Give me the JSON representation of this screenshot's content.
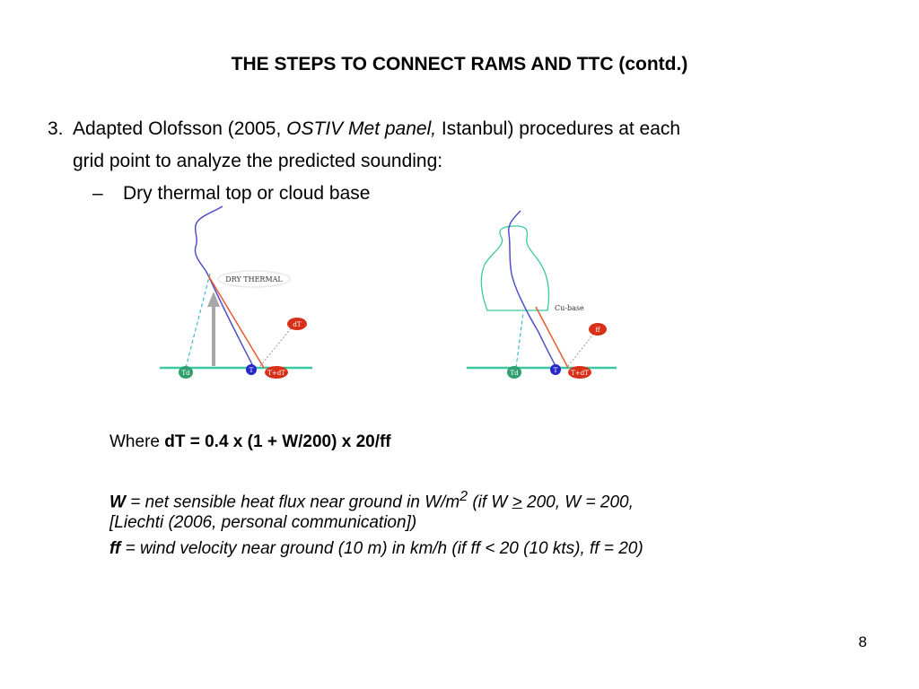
{
  "slide": {
    "title": "THE STEPS TO CONNECT RAMS AND TTC (contd.)",
    "page_number": "8"
  },
  "bullet": {
    "number": "3.",
    "text_before": "Adapted Olofsson (2005, ",
    "text_italic": "OSTIV Met panel,",
    "text_after": " Istanbul) procedures at each",
    "line2": "grid point to analyze the predicted sounding:"
  },
  "subbullet": {
    "dash": "–",
    "text": "Dry thermal top or cloud base"
  },
  "diagram_dry": {
    "label_thermal": "DRY THERMAL",
    "badge_dt": "dT",
    "badge_td": "Td",
    "badge_t": "T",
    "badge_tdt": "T+dT"
  },
  "diagram_cu": {
    "label_cubase": "Cu-base",
    "badge_ff": "ff",
    "badge_td": "Td",
    "badge_t": "T",
    "badge_tdt": "T+dT"
  },
  "formula": {
    "where_label": "Where ",
    "dt_formula": "dT = 0.4 x (1 + W/200) x 20/ff",
    "w_symbol": "W",
    "w_eq": " =  net sensible heat flux near ground in W/m",
    "w_sup": "2",
    "w_if_open": " (if W ",
    "w_ge": ">",
    "w_if_rest": " 200, W = 200,",
    "w_ref": "[Liechti (2006, personal communication])",
    "ff_symbol": "ff",
    "ff_text": "  = wind velocity near ground (10 m) in km/h (if ff < 20 (10 kts), ff = 20)"
  },
  "colors": {
    "sounding_line": "#5050c8",
    "adiabat_line": "#e85a30",
    "ground_line": "#3cc8a0",
    "dew_point_line": "#40b8c8",
    "thermal_arrow": "#a8a8a8",
    "badge_red": "#d83018",
    "badge_blue": "#2828c8",
    "badge_green": "#30a070"
  }
}
